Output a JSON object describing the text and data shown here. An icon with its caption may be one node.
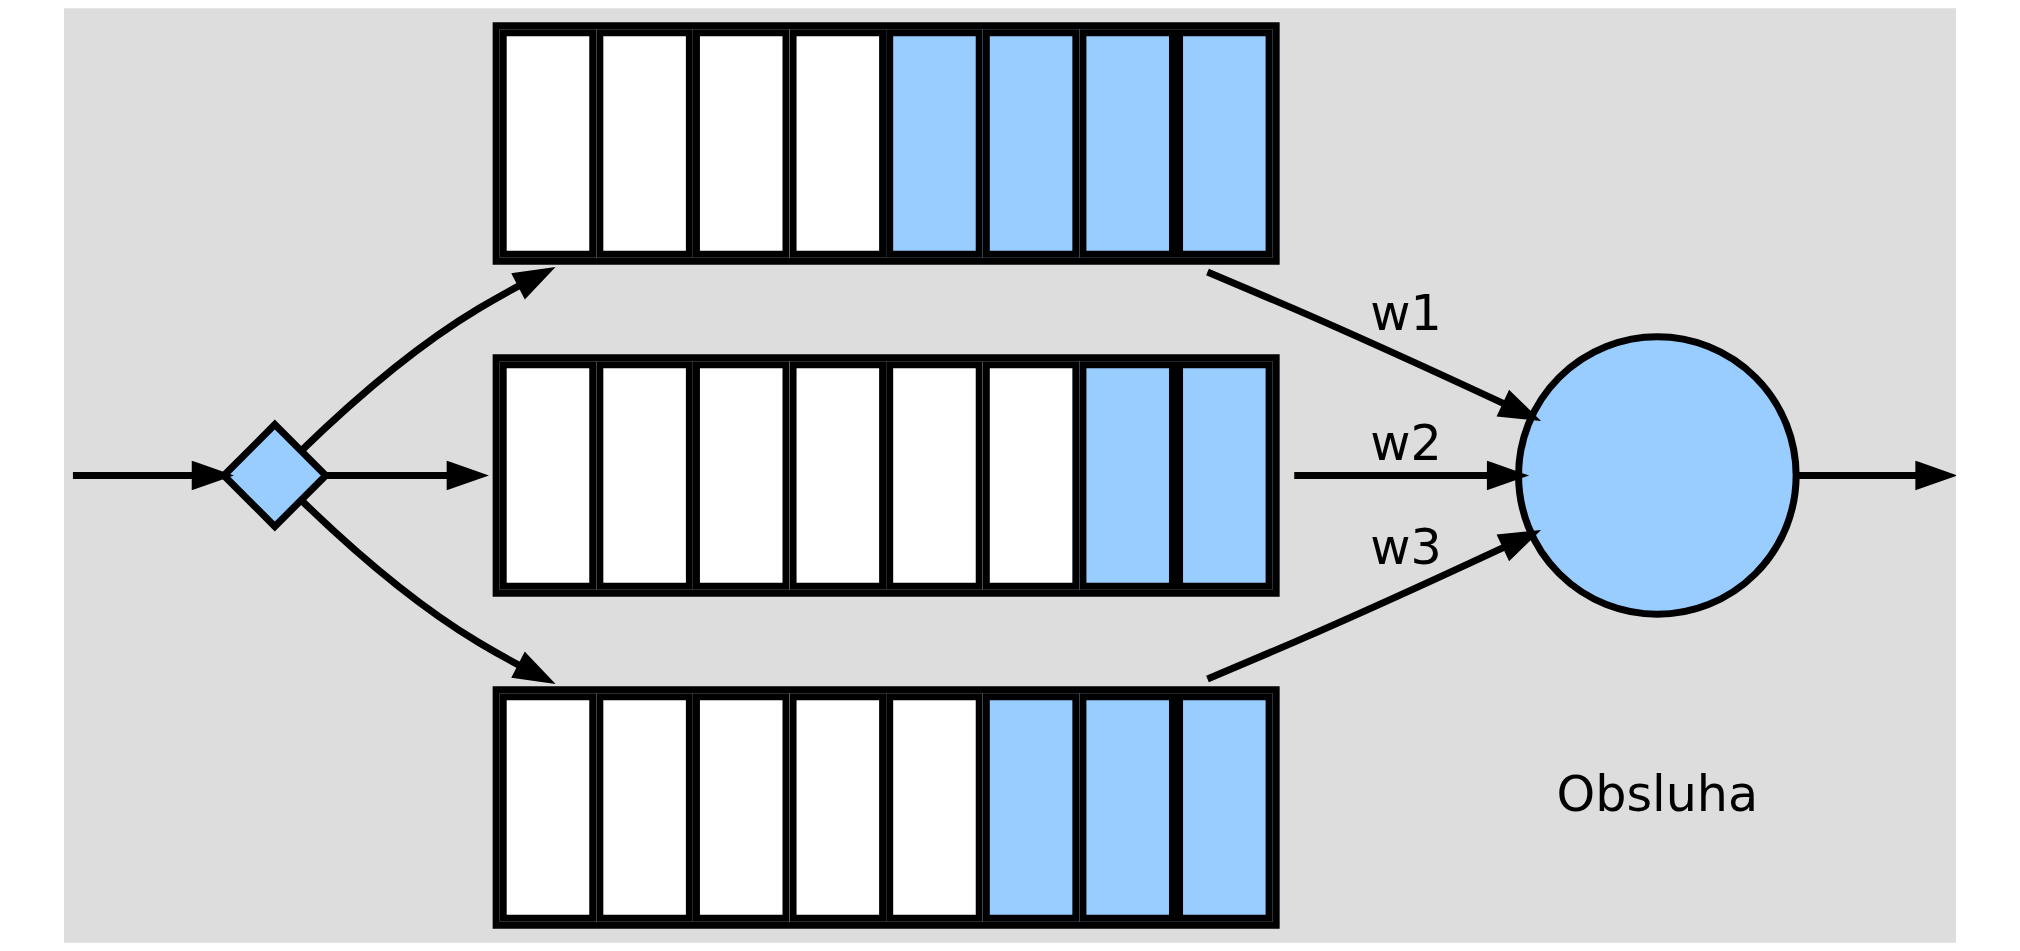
{
  "diagram": {
    "nodes": [
      {
        "text": [],
        "shape": "diamond"
      },
      {
        "text": [],
        "shape": "box"
      },
      {
        "text": [],
        "shape": "box"
      },
      {
        "text": [],
        "shape": "box"
      },
      {
        "text": [],
        "shape": "circle",
        "beside": [
          "Obsluha"
        ]
      }
    ],
    "edges": [
      {
        "from": null,
        "to": 0,
        "arrow": "to"
      },
      {
        "from": 0,
        "to": 1,
        "arrow": "to"
      },
      {
        "from": 0,
        "to": 2,
        "arrow": "to"
      },
      {
        "from": 0,
        "to": 3,
        "arrow": "to"
      },
      {
        "from": 1,
        "to": 4,
        "arrow": "to",
        "label": "w1"
      },
      {
        "from": 2,
        "to": 4,
        "arrow": "to",
        "label": "w2"
      },
      {
        "from": 3,
        "to": 4,
        "arrow": "to",
        "label": "w3"
      },
      {
        "from": 4,
        "to": null,
        "arrow": "to"
      }
    ]
  }
}
